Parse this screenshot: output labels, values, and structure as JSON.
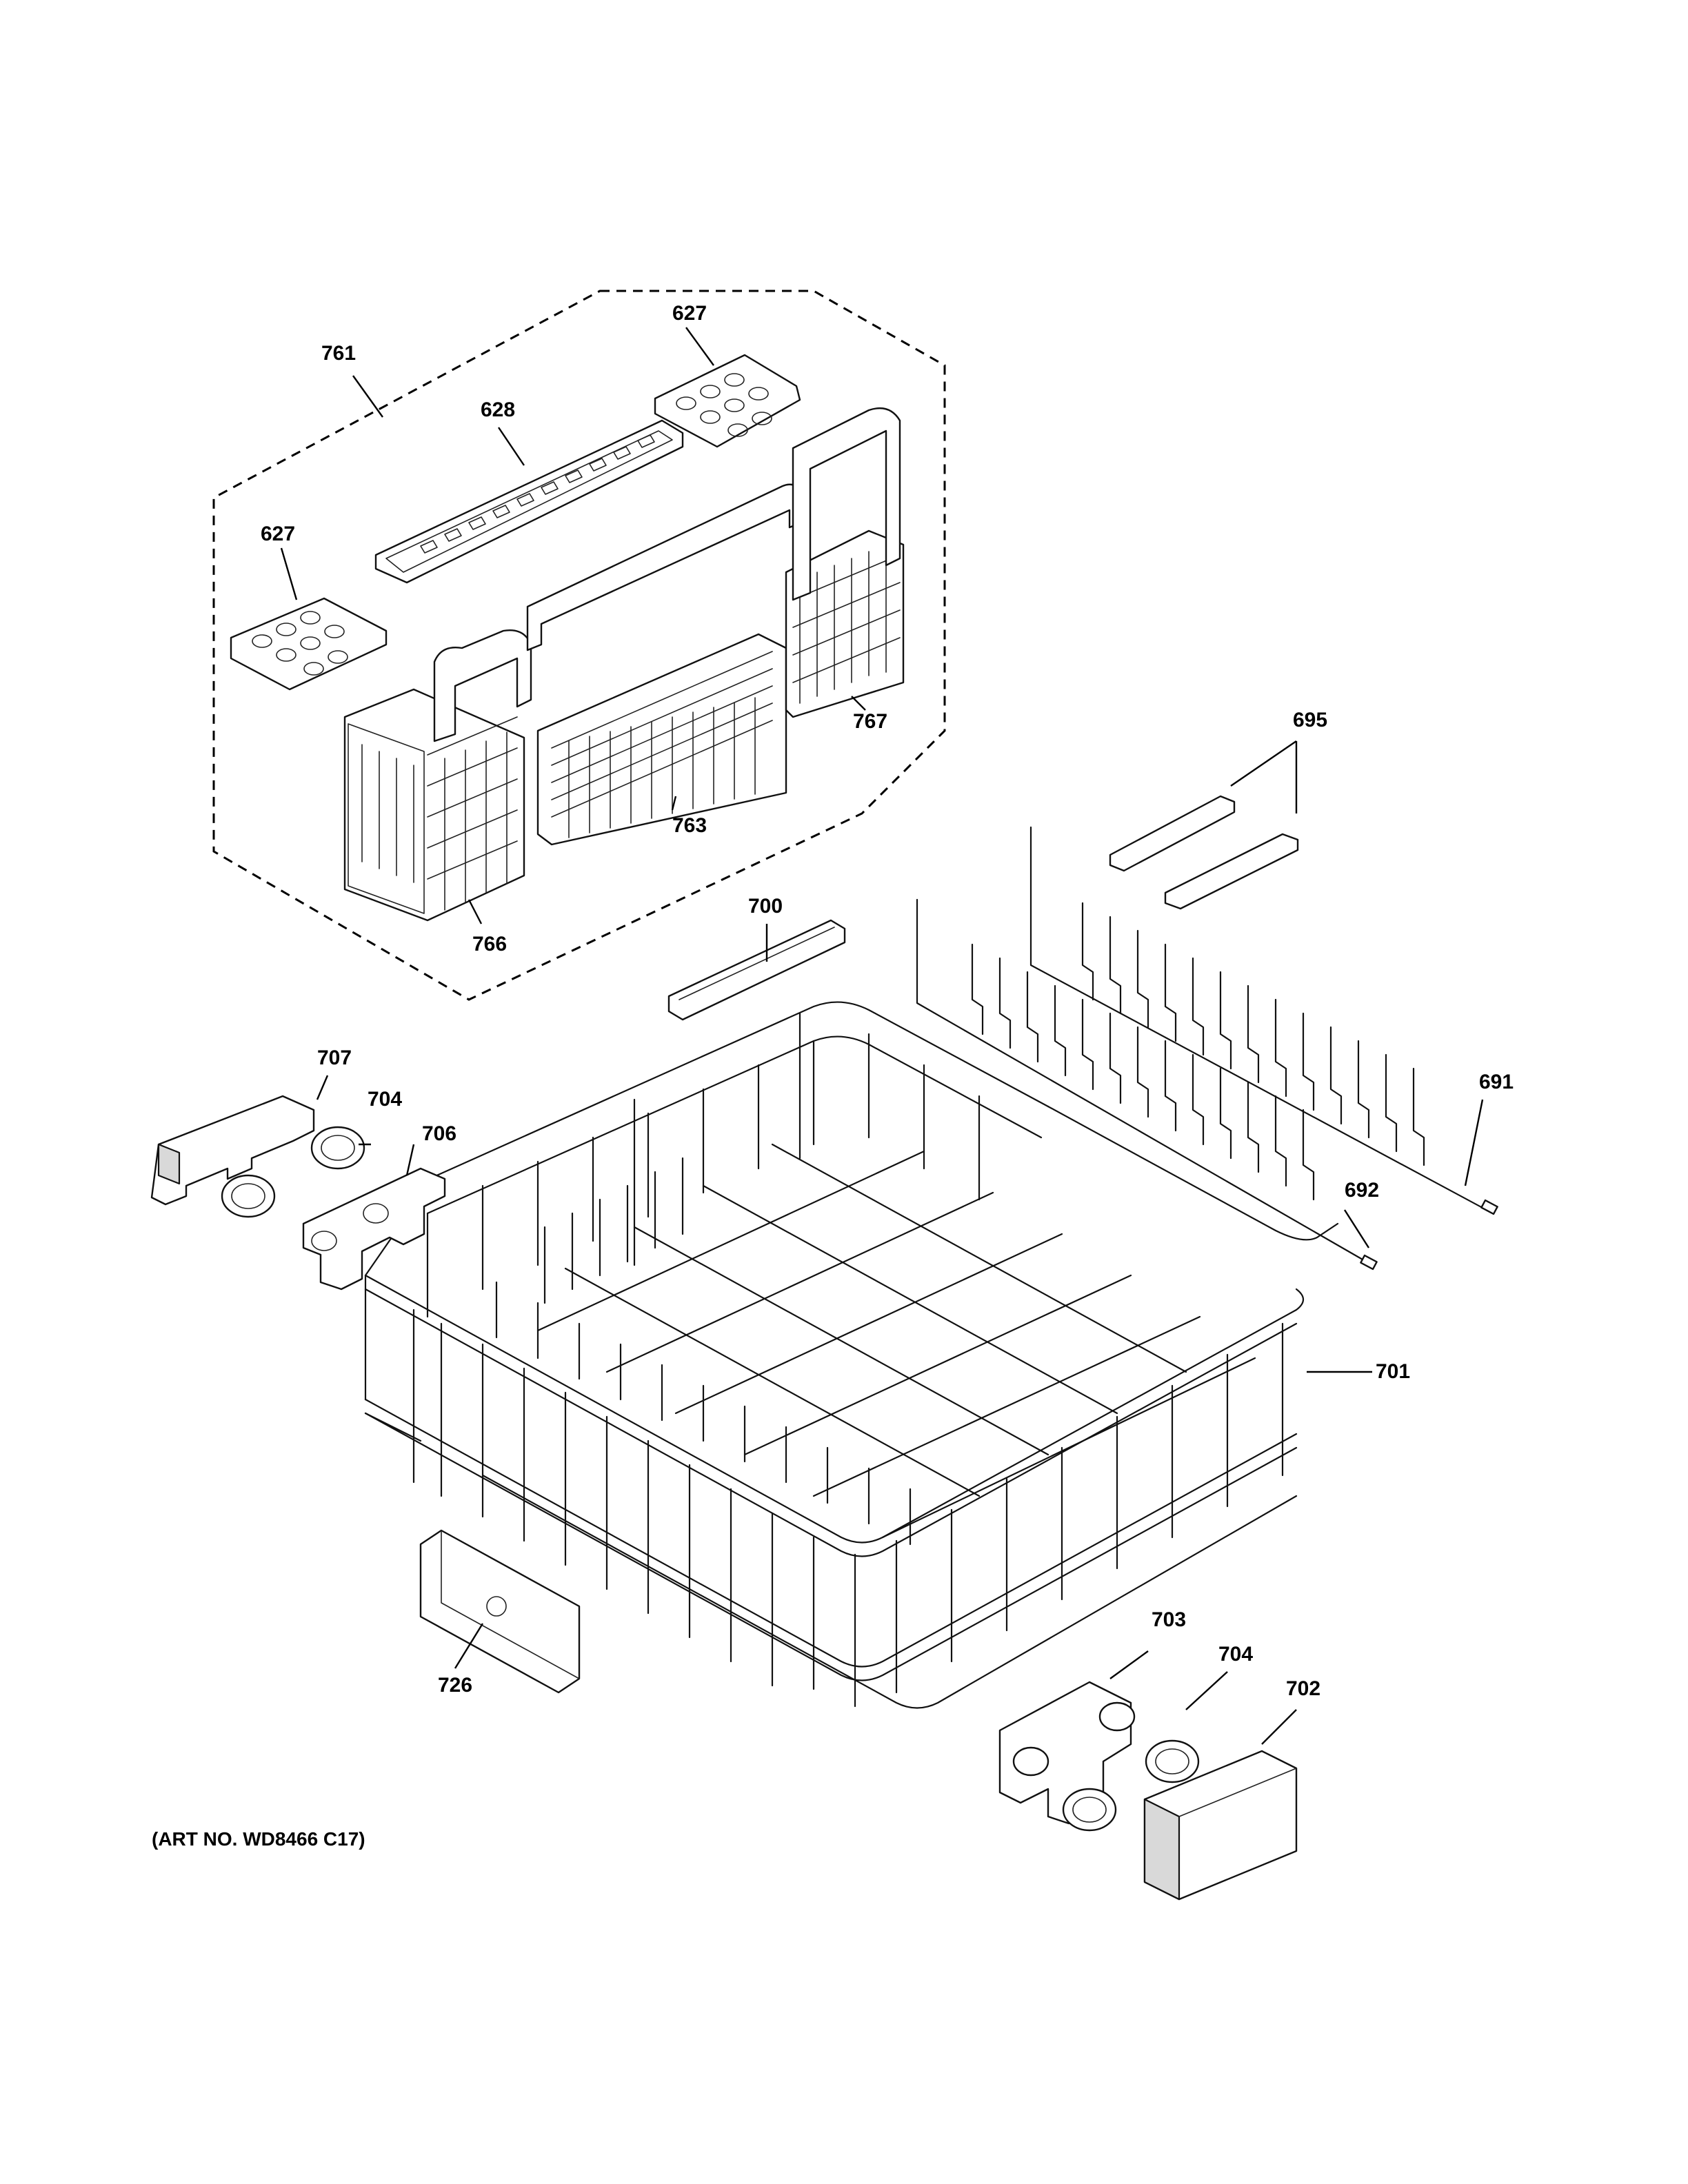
{
  "callouts": {
    "c761": "761",
    "c627a": "627",
    "c628": "628",
    "c627b": "627",
    "c767": "767",
    "c763": "763",
    "c766": "766",
    "c695": "695",
    "c700": "700",
    "c707": "707",
    "c704a": "704",
    "c706": "706",
    "c691": "691",
    "c692": "692",
    "c701": "701",
    "c726": "726",
    "c703": "703",
    "c704b": "704",
    "c702": "702"
  },
  "art_number": "(ART NO. WD8466 C17)"
}
